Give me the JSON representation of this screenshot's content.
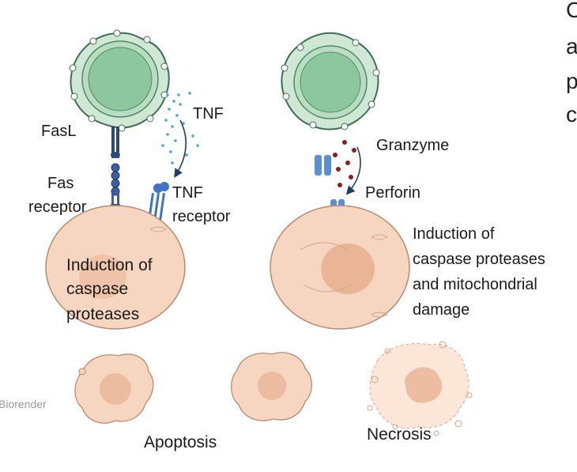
{
  "labels": {
    "fasl": "FasL",
    "fas_receptor_1": "Fas",
    "fas_receptor_2": "receptor",
    "tnf": "TNF",
    "tnf_receptor_1": "TNF",
    "tnf_receptor_2": "receptor",
    "caspase_left_1": "Induction of",
    "caspase_left_2": "caspase",
    "caspase_left_3": "proteases",
    "granzyme": "Granzyme",
    "perforin": "Perforin",
    "caspase_right_1": "Induction of",
    "caspase_right_2": "caspase proteases",
    "caspase_right_3": "and mitochondrial",
    "caspase_right_4": "damage",
    "apoptosis": "Apoptosis",
    "necrosis": "Necrosis",
    "credit": "Biorender"
  },
  "edge_text": [
    "C",
    "a",
    "p",
    "c"
  ],
  "colors": {
    "tcell_fill": "#b9dcc2",
    "tcell_nucleus": "#8cc79f",
    "tcell_outline": "#3f6f52",
    "target_fill": "#f6d6c0",
    "target_nucleus": "#e9b596",
    "target_outline": "#b88a70",
    "receptor_blue": "#3f74c4",
    "granule_red": "#8a1f1f",
    "tnf_dots": "#4aa3d9",
    "arrow": "#1f3d5c"
  }
}
